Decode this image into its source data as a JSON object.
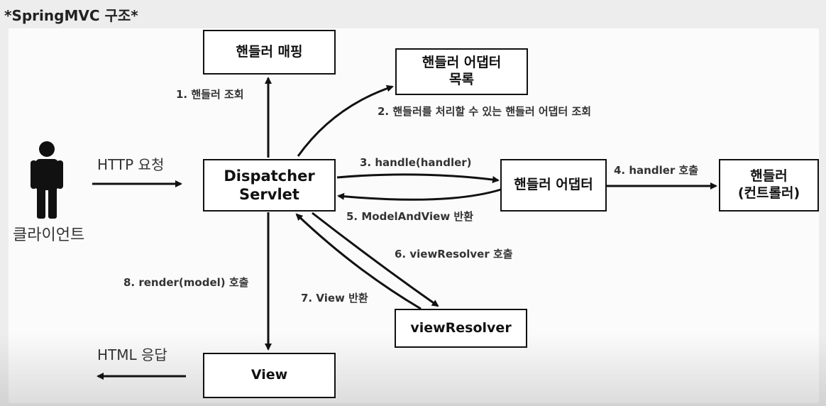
{
  "title": "*SpringMVC 구조*",
  "boxes": {
    "handler_mapping": "핸들러 매핑",
    "handler_adapter_list_line1": "핸들러 어댑터",
    "handler_adapter_list_line2": "목록",
    "dispatcher_line1": "Dispatcher",
    "dispatcher_line2": "Servlet",
    "handler_adapter": "핸들러 어댑터",
    "handler_line1": "핸들러",
    "handler_line2": "(컨트롤러)",
    "view_resolver": "viewResolver",
    "view": "View"
  },
  "client_label": "클라이언트",
  "labels": {
    "http_request": "HTTP 요청",
    "html_response": "HTML 응답",
    "step1": "1. 핸들러 조회",
    "step2": "2. 핸들러를 처리할 수 있는 핸들러 어댑터 조회",
    "step3": "3. handle(handler)",
    "step4": "4. handler 호출",
    "step5": "5. ModelAndView 반환",
    "step6": "6. viewResolver 호출",
    "step7": "7. View 반환",
    "step8": "8. render(model) 호출"
  },
  "colors": {
    "stroke": "#111111",
    "background": "#fbfbfb",
    "text": "#333333"
  }
}
